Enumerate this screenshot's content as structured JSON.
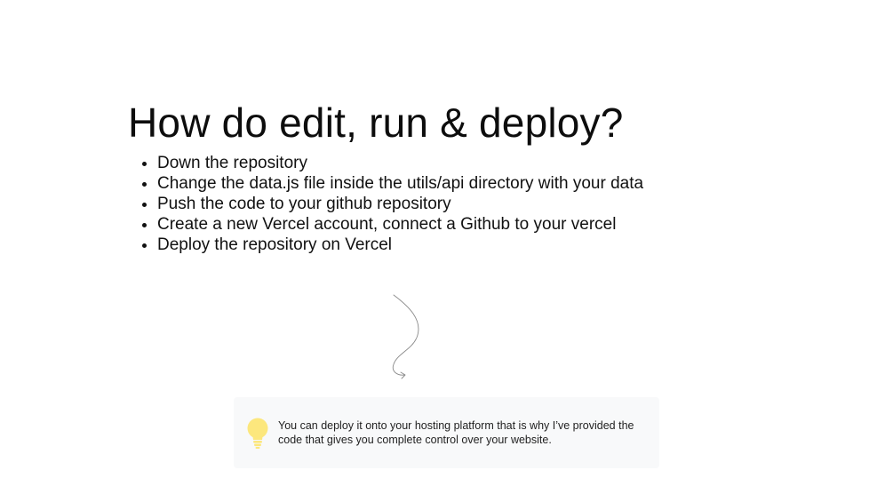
{
  "heading": "How do edit, run & deploy?",
  "steps": [
    "Down the repository",
    "Change the data.js file inside the utils/api directory with your data",
    "Push the code to your github repository",
    "Create a new Vercel account, connect a Github to your vercel",
    "Deploy the repository on Vercel"
  ],
  "callout": {
    "icon": "lightbulb-icon",
    "text": "You can deploy it onto your hosting platform that is why I’ve provided the code that gives you complete control over your website."
  },
  "colors": {
    "bulb": "#fce77d",
    "callout_bg": "#f8f9fa",
    "arrow": "#8a8a8a"
  }
}
